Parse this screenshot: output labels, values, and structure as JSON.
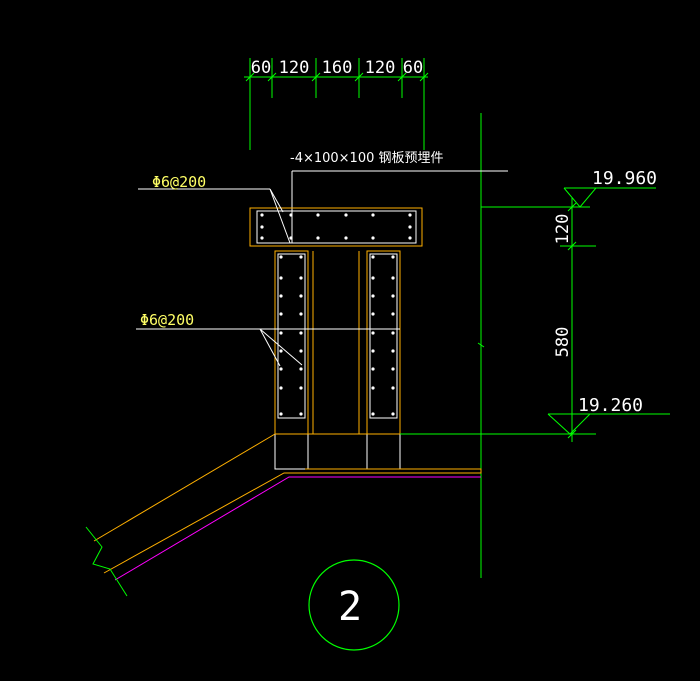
{
  "colors": {
    "background": "#000000",
    "dimension": "#00ff00",
    "outline": "#ffffff",
    "concrete_edge": "#ffb000",
    "ground_line": "#ff00ff",
    "rebar_label": "#ffff66",
    "dim_text": "#ffffff"
  },
  "top_dimensions": [
    "60",
    "120",
    "160",
    "120",
    "60"
  ],
  "plate_note": "-4×100×100 钢板预埋件",
  "rebar_labels": {
    "upper": "Φ6@200",
    "lower": "Φ6@200"
  },
  "elevations": {
    "top": "19.960",
    "bottom": "19.260"
  },
  "vertical_dimensions": {
    "upper": "120",
    "lower": "580"
  },
  "detail_number": "2"
}
